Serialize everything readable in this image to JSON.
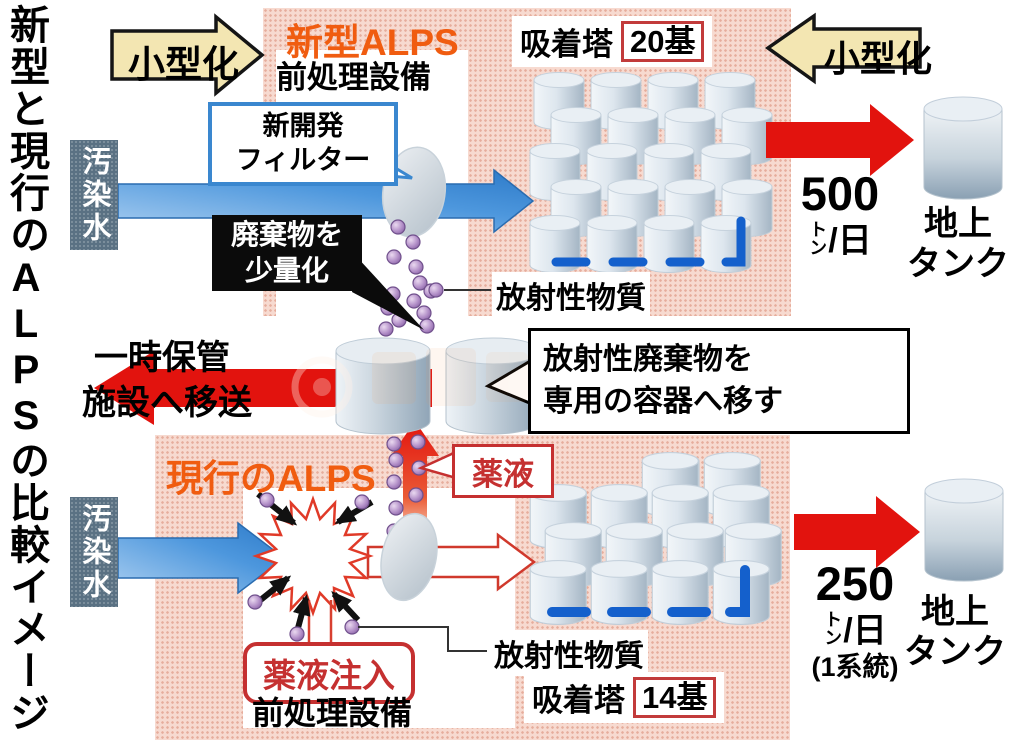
{
  "title": "新型と現行のALPSの比較イメージ",
  "labels": {
    "miniaturization": "小型化",
    "contaminated_water": "汚染水",
    "radioactive_material": "放射性物質",
    "adsorption_tower": "吸着塔",
    "pretreatment": "前処理設備",
    "ground_tank_line1": "地上",
    "ground_tank_line2": "タンク",
    "ton_small": "トン",
    "per_day": "/日"
  },
  "new_alps": {
    "name": "新型ALPS",
    "tower_count": "20基",
    "filter_line1": "新開発",
    "filter_line2": "フィルター",
    "waste_line1": "廃棄物を",
    "waste_line2": "少量化",
    "throughput": "500"
  },
  "current_alps": {
    "name": "現行のALPS",
    "tower_count": "14基",
    "chemical": "薬液",
    "chemical_injection": "薬液注入",
    "throughput": "250",
    "throughput_note": "(1系統)"
  },
  "middle": {
    "transfer_line1": "一時保管",
    "transfer_line2": "施設へ移送",
    "note_line1": "放射性廃棄物を",
    "note_line2": "専用の容器へ移す"
  },
  "colors": {
    "accent_orange": "#f05c10",
    "alert_red": "#e2130e",
    "water_blue": "#3d8bd8",
    "panel_pink": "#f7dad0",
    "cream": "#f3e6b2",
    "slate": "#5a7183",
    "purple": "#b08cc8",
    "pipe_blue": "#1460cc"
  }
}
